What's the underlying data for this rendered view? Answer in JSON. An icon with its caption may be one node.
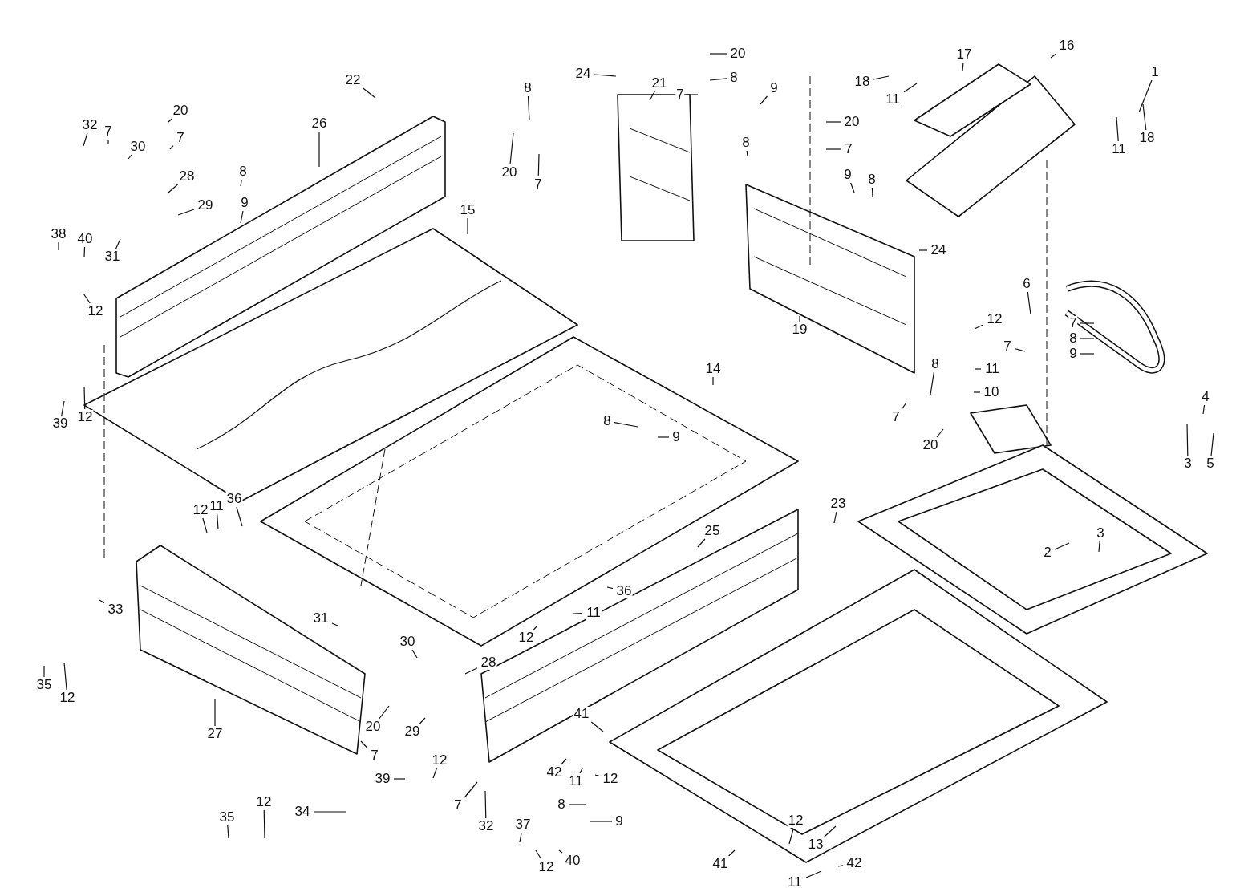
{
  "diagram": {
    "nodes": [
      {
        "text": [
          "1"
        ]
      },
      {
        "text": [
          "22"
        ]
      },
      {
        "text": [
          "24"
        ]
      },
      {
        "text": [
          "20"
        ]
      },
      {
        "text": [
          "8"
        ]
      },
      {
        "text": [
          "17"
        ]
      },
      {
        "text": [
          "18"
        ]
      },
      {
        "text": [
          "11"
        ]
      },
      {
        "text": [
          "16"
        ]
      },
      {
        "text": [
          "7"
        ]
      },
      {
        "text": [
          "9"
        ]
      },
      {
        "text": [
          "21"
        ]
      },
      {
        "text": [
          "8"
        ]
      },
      {
        "text": [
          "20"
        ]
      },
      {
        "text": [
          "7"
        ]
      },
      {
        "text": [
          "11"
        ]
      },
      {
        "text": [
          "18"
        ]
      },
      {
        "text": [
          "20"
        ]
      },
      {
        "text": [
          "7"
        ]
      },
      {
        "text": [
          "32"
        ]
      },
      {
        "text": [
          "7"
        ]
      },
      {
        "text": [
          "30"
        ]
      },
      {
        "text": [
          "26"
        ]
      },
      {
        "text": [
          "28"
        ]
      },
      {
        "text": [
          "8"
        ]
      },
      {
        "text": [
          "9"
        ]
      },
      {
        "text": [
          "29"
        ]
      },
      {
        "text": [
          "8"
        ]
      },
      {
        "text": [
          "20"
        ]
      },
      {
        "text": [
          "7"
        ]
      },
      {
        "text": [
          "38"
        ]
      },
      {
        "text": [
          "40"
        ]
      },
      {
        "text": [
          "31"
        ]
      },
      {
        "text": [
          "12"
        ]
      },
      {
        "text": [
          "15"
        ]
      },
      {
        "text": [
          "9"
        ]
      },
      {
        "text": [
          "8"
        ]
      },
      {
        "text": [
          "24"
        ]
      },
      {
        "text": [
          "6"
        ]
      },
      {
        "text": [
          "12"
        ]
      },
      {
        "text": [
          "7"
        ]
      },
      {
        "text": [
          "8"
        ]
      },
      {
        "text": [
          "9"
        ]
      },
      {
        "text": [
          "7"
        ]
      },
      {
        "text": [
          "11"
        ]
      },
      {
        "text": [
          "10"
        ]
      },
      {
        "text": [
          "19"
        ]
      },
      {
        "text": [
          "14"
        ]
      },
      {
        "text": [
          "8"
        ]
      },
      {
        "text": [
          "7"
        ]
      },
      {
        "text": [
          "20"
        ]
      },
      {
        "text": [
          "8"
        ]
      },
      {
        "text": [
          "9"
        ]
      },
      {
        "text": [
          "4"
        ]
      },
      {
        "text": [
          "3"
        ]
      },
      {
        "text": [
          "5"
        ]
      },
      {
        "text": [
          "39"
        ]
      },
      {
        "text": [
          "12"
        ]
      },
      {
        "text": [
          "12"
        ]
      },
      {
        "text": [
          "11"
        ]
      },
      {
        "text": [
          "36"
        ]
      },
      {
        "text": [
          "23"
        ]
      },
      {
        "text": [
          "25"
        ]
      },
      {
        "text": [
          "2"
        ]
      },
      {
        "text": [
          "3"
        ]
      },
      {
        "text": [
          "36"
        ]
      },
      {
        "text": [
          "11"
        ]
      },
      {
        "text": [
          "31"
        ]
      },
      {
        "text": [
          "12"
        ]
      },
      {
        "text": [
          "33"
        ]
      },
      {
        "text": [
          "30"
        ]
      },
      {
        "text": [
          "28"
        ]
      },
      {
        "text": [
          "35"
        ]
      },
      {
        "text": [
          "12"
        ]
      },
      {
        "text": [
          "27"
        ]
      },
      {
        "text": [
          "20"
        ]
      },
      {
        "text": [
          "29"
        ]
      },
      {
        "text": [
          "7"
        ]
      },
      {
        "text": [
          "41"
        ]
      },
      {
        "text": [
          "42"
        ]
      },
      {
        "text": [
          "11"
        ]
      },
      {
        "text": [
          "12"
        ]
      },
      {
        "text": [
          "8"
        ]
      },
      {
        "text": [
          "9"
        ]
      },
      {
        "text": [
          "12"
        ]
      },
      {
        "text": [
          "39"
        ]
      },
      {
        "text": [
          "7"
        ]
      },
      {
        "text": [
          "32"
        ]
      },
      {
        "text": [
          "34"
        ]
      },
      {
        "text": [
          "12"
        ]
      },
      {
        "text": [
          "35"
        ]
      },
      {
        "text": [
          "37"
        ]
      },
      {
        "text": [
          "12"
        ]
      },
      {
        "text": [
          "40"
        ]
      },
      {
        "text": [
          "41"
        ]
      },
      {
        "text": [
          "13"
        ]
      },
      {
        "text": [
          "12"
        ]
      },
      {
        "text": [
          "11"
        ]
      },
      {
        "text": [
          "42"
        ]
      }
    ],
    "edges": [
      {
        "from": 0,
        "to": null,
        "arrow": "none"
      },
      {
        "from": 1,
        "to": null,
        "arrow": "none"
      },
      {
        "from": 2,
        "to": null,
        "arrow": "none"
      },
      {
        "from": 3,
        "to": null,
        "arrow": "none"
      },
      {
        "from": 4,
        "to": null,
        "arrow": "none"
      },
      {
        "from": 5,
        "to": null,
        "arrow": "none"
      },
      {
        "from": 6,
        "to": null,
        "arrow": "none"
      },
      {
        "from": 7,
        "to": null,
        "arrow": "none"
      },
      {
        "from": 8,
        "to": null,
        "arrow": "none"
      },
      {
        "from": 9,
        "to": null,
        "arrow": "none"
      },
      {
        "from": 10,
        "to": null,
        "arrow": "none"
      },
      {
        "from": 11,
        "to": null,
        "arrow": "none"
      },
      {
        "from": 12,
        "to": null,
        "arrow": "none"
      },
      {
        "from": 13,
        "to": null,
        "arrow": "none"
      },
      {
        "from": 14,
        "to": null,
        "arrow": "none"
      },
      {
        "from": 15,
        "to": null,
        "arrow": "none"
      },
      {
        "from": 16,
        "to": null,
        "arrow": "none"
      },
      {
        "from": 17,
        "to": null,
        "arrow": "none"
      },
      {
        "from": 18,
        "to": null,
        "arrow": "none"
      },
      {
        "from": 19,
        "to": null,
        "arrow": "none"
      },
      {
        "from": 20,
        "to": null,
        "arrow": "none"
      },
      {
        "from": 21,
        "to": null,
        "arrow": "none"
      },
      {
        "from": 22,
        "to": null,
        "arrow": "none"
      },
      {
        "from": 23,
        "to": null,
        "arrow": "none"
      },
      {
        "from": 24,
        "to": null,
        "arrow": "none"
      },
      {
        "from": 25,
        "to": null,
        "arrow": "none"
      },
      {
        "from": 26,
        "to": null,
        "arrow": "none"
      },
      {
        "from": 27,
        "to": null,
        "arrow": "none"
      },
      {
        "from": 28,
        "to": null,
        "arrow": "none"
      },
      {
        "from": 29,
        "to": null,
        "arrow": "none"
      },
      {
        "from": 30,
        "to": null,
        "arrow": "none"
      },
      {
        "from": 31,
        "to": null,
        "arrow": "none"
      },
      {
        "from": 32,
        "to": null,
        "arrow": "none"
      },
      {
        "from": 33,
        "to": null,
        "arrow": "none"
      },
      {
        "from": 34,
        "to": null,
        "arrow": "none"
      },
      {
        "from": 35,
        "to": null,
        "arrow": "none"
      },
      {
        "from": 36,
        "to": null,
        "arrow": "none"
      },
      {
        "from": 37,
        "to": null,
        "arrow": "none"
      },
      {
        "from": 38,
        "to": null,
        "arrow": "none"
      },
      {
        "from": 39,
        "to": null,
        "arrow": "none"
      },
      {
        "from": 40,
        "to": null,
        "arrow": "none"
      },
      {
        "from": 41,
        "to": null,
        "arrow": "none"
      },
      {
        "from": 42,
        "to": null,
        "arrow": "none"
      },
      {
        "from": 43,
        "to": null,
        "arrow": "none"
      },
      {
        "from": 44,
        "to": null,
        "arrow": "none"
      },
      {
        "from": 45,
        "to": null,
        "arrow": "none"
      },
      {
        "from": 46,
        "to": null,
        "arrow": "none"
      },
      {
        "from": 47,
        "to": null,
        "arrow": "none"
      },
      {
        "from": 48,
        "to": null,
        "arrow": "none"
      },
      {
        "from": 49,
        "to": null,
        "arrow": "none"
      },
      {
        "from": 50,
        "to": null,
        "arrow": "none"
      },
      {
        "from": 51,
        "to": null,
        "arrow": "none"
      },
      {
        "from": 52,
        "to": null,
        "arrow": "none"
      },
      {
        "from": 53,
        "to": null,
        "arrow": "none"
      },
      {
        "from": 54,
        "to": null,
        "arrow": "none"
      },
      {
        "from": 55,
        "to": null,
        "arrow": "none"
      },
      {
        "from": 56,
        "to": null,
        "arrow": "none"
      },
      {
        "from": 57,
        "to": null,
        "arrow": "none"
      },
      {
        "from": 58,
        "to": null,
        "arrow": "none"
      },
      {
        "from": 59,
        "to": null,
        "arrow": "none"
      },
      {
        "from": 60,
        "to": null,
        "arrow": "none"
      },
      {
        "from": 61,
        "to": null,
        "arrow": "none"
      },
      {
        "from": 62,
        "to": null,
        "arrow": "none"
      },
      {
        "from": 63,
        "to": null,
        "arrow": "none"
      },
      {
        "from": 64,
        "to": null,
        "arrow": "none"
      },
      {
        "from": 65,
        "to": null,
        "arrow": "none"
      },
      {
        "from": 66,
        "to": null,
        "arrow": "none"
      },
      {
        "from": 67,
        "to": null,
        "arrow": "none"
      },
      {
        "from": 68,
        "to": null,
        "arrow": "none"
      },
      {
        "from": 69,
        "to": null,
        "arrow": "none"
      },
      {
        "from": 70,
        "to": null,
        "arrow": "none"
      },
      {
        "from": 71,
        "to": null,
        "arrow": "none"
      },
      {
        "from": 72,
        "to": null,
        "arrow": "none"
      },
      {
        "from": 73,
        "to": null,
        "arrow": "none"
      },
      {
        "from": 74,
        "to": null,
        "arrow": "none"
      },
      {
        "from": 75,
        "to": null,
        "arrow": "none"
      },
      {
        "from": 76,
        "to": null,
        "arrow": "none"
      },
      {
        "from": 77,
        "to": null,
        "arrow": "none"
      },
      {
        "from": 78,
        "to": null,
        "arrow": "none"
      },
      {
        "from": 79,
        "to": null,
        "arrow": "none"
      },
      {
        "from": 80,
        "to": null,
        "arrow": "none"
      },
      {
        "from": 81,
        "to": null,
        "arrow": "none"
      },
      {
        "from": 82,
        "to": null,
        "arrow": "none"
      },
      {
        "from": 83,
        "to": null,
        "arrow": "none"
      },
      {
        "from": 84,
        "to": null,
        "arrow": "none"
      },
      {
        "from": 85,
        "to": null,
        "arrow": "none"
      },
      {
        "from": 86,
        "to": null,
        "arrow": "none"
      },
      {
        "from": 87,
        "to": null,
        "arrow": "none"
      },
      {
        "from": 88,
        "to": null,
        "arrow": "none"
      },
      {
        "from": 89,
        "to": null,
        "arrow": "none"
      },
      {
        "from": 90,
        "to": null,
        "arrow": "none"
      },
      {
        "from": 91,
        "to": null,
        "arrow": "none"
      },
      {
        "from": 92,
        "to": null,
        "arrow": "none"
      },
      {
        "from": 93,
        "to": null,
        "arrow": "none"
      },
      {
        "from": 94,
        "to": null,
        "arrow": "none"
      },
      {
        "from": 95,
        "to": null,
        "arrow": "none"
      },
      {
        "from": 96,
        "to": null,
        "arrow": "none"
      },
      {
        "from": 97,
        "to": null,
        "arrow": "none"
      },
      {
        "from": 98,
        "to": null,
        "arrow": "none"
      }
    ]
  }
}
